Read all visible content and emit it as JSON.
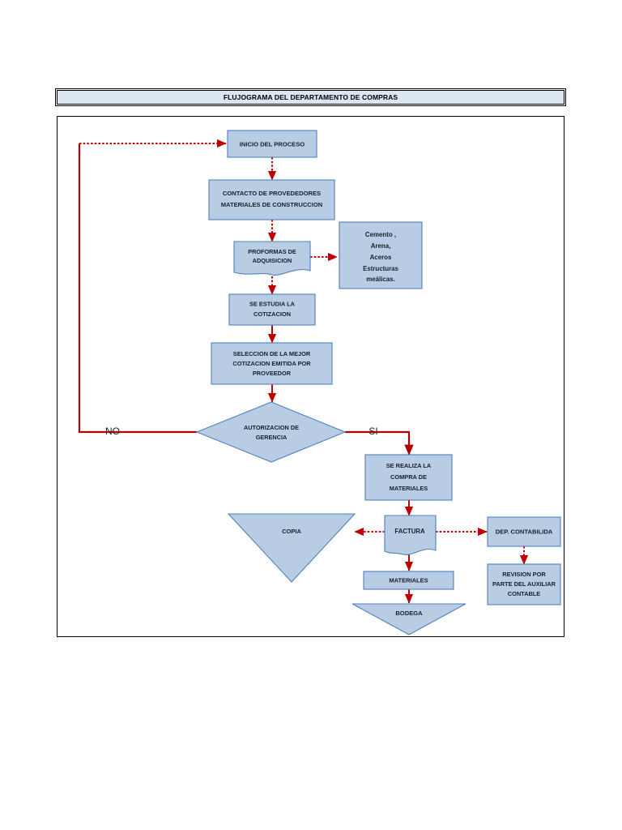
{
  "document": {
    "title": "FLUJOGRAMA DEL DEPARTAMENTO DE COMPRAS"
  },
  "colors": {
    "node_fill": "#b8cce4",
    "node_stroke": "#4f81bd",
    "connector": "#c00000",
    "title_fill": "#dce6f1",
    "frame_stroke": "#000000",
    "page_background": "#ffffff"
  },
  "flowchart": {
    "type": "flowchart",
    "orientation": "top-to-bottom",
    "nodes": [
      {
        "id": "inicio",
        "label": "INICIO DEL PROCESO",
        "shape": "rectangle"
      },
      {
        "id": "contacto",
        "label": "CONTACTO DE PROVEDEDORES\nMATERIALES DE CONSTRUCCION",
        "shape": "rectangle"
      },
      {
        "id": "proformas",
        "label": "PROFORMAS DE\nADQUISICION",
        "shape": "document"
      },
      {
        "id": "materiales_lista",
        "label": "Cemento ,\nArena,\nAceros\nEstructuras\nmeálicas.",
        "shape": "rectangle"
      },
      {
        "id": "estudia",
        "label": "SE ESTUDIA LA\nCOTIZACION",
        "shape": "rectangle"
      },
      {
        "id": "seleccion",
        "label": "SELECCION DE LA MEJOR\nCOTIZACION EMITIDA POR\nPROVEEDOR",
        "shape": "rectangle"
      },
      {
        "id": "autorizacion",
        "label": "AUTORIZACION DE\nGERENCIA",
        "shape": "diamond"
      },
      {
        "id": "compra",
        "label": "SE REALIZA LA\nCOMPRA DE\nMATERIALES",
        "shape": "rectangle"
      },
      {
        "id": "copia",
        "label": "COPIA",
        "shape": "triangle-down"
      },
      {
        "id": "factura",
        "label": "FACTURA",
        "shape": "document"
      },
      {
        "id": "contabilidad",
        "label": "DEP. CONTABILIDA",
        "shape": "rectangle"
      },
      {
        "id": "materiales",
        "label": "MATERIALES",
        "shape": "rectangle"
      },
      {
        "id": "revision",
        "label": "REVISION POR\nPARTE DEL AUXILIAR\nCONTABLE",
        "shape": "rectangle"
      },
      {
        "id": "bodega",
        "label": "BODEGA",
        "shape": "triangle-down"
      }
    ],
    "branch_labels": [
      {
        "id": "no",
        "label": "NO"
      },
      {
        "id": "si",
        "label": "SI"
      }
    ],
    "edges": [
      {
        "from": "inicio",
        "to": "contacto",
        "style": "dotted"
      },
      {
        "from": "contacto",
        "to": "proformas",
        "style": "dotted"
      },
      {
        "from": "proformas",
        "to": "materiales_lista",
        "style": "dashed"
      },
      {
        "from": "proformas",
        "to": "estudia",
        "style": "dotted"
      },
      {
        "from": "estudia",
        "to": "seleccion",
        "style": "solid"
      },
      {
        "from": "seleccion",
        "to": "autorizacion",
        "style": "solid"
      },
      {
        "from": "autorizacion",
        "to": "inicio",
        "style": "solid",
        "label": "NO"
      },
      {
        "from": "autorizacion",
        "to": "compra",
        "style": "solid",
        "label": "SI"
      },
      {
        "from": "compra",
        "to": "factura",
        "style": "solid"
      },
      {
        "from": "factura",
        "to": "copia",
        "style": "dashed"
      },
      {
        "from": "factura",
        "to": "contabilidad",
        "style": "dashed"
      },
      {
        "from": "factura",
        "to": "materiales",
        "style": "solid"
      },
      {
        "from": "contabilidad",
        "to": "revision",
        "style": "dashed"
      },
      {
        "from": "materiales",
        "to": "bodega",
        "style": "solid"
      }
    ]
  }
}
